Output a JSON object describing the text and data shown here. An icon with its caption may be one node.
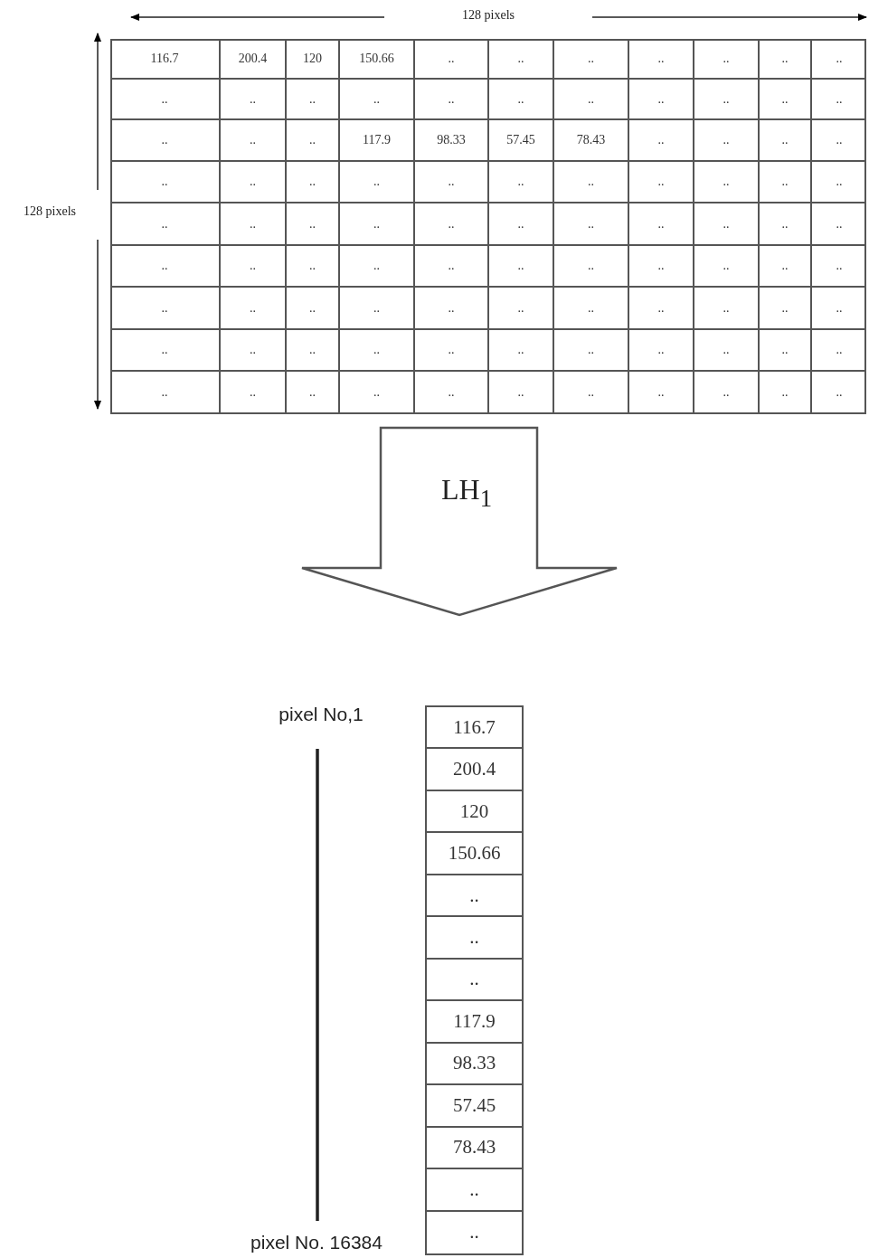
{
  "diagram": {
    "nodes": [
      {
        "text": [
          "116.7",
          "200.4",
          "120",
          "150.66",
          "..",
          "..",
          "..",
          "..",
          "..",
          "..",
          "..",
          "..",
          "..",
          "..",
          "..",
          "..",
          "..",
          "..",
          "..",
          "..",
          "..",
          "..",
          "..",
          "..",
          "..",
          "117.9",
          "98.33",
          "57.45",
          "78.43",
          "..",
          "..",
          "..",
          "..",
          "..",
          "..",
          "..",
          "..",
          "..",
          "..",
          "..",
          "..",
          "..",
          "..",
          "..",
          "..",
          "..",
          "..",
          "..",
          "..",
          "..",
          "..",
          "..",
          "..",
          "..",
          "..",
          "..",
          "..",
          "..",
          "..",
          "..",
          "..",
          "..",
          "..",
          "..",
          "..",
          "..",
          "..",
          "..",
          "..",
          "..",
          "..",
          "..",
          "..",
          "..",
          "..",
          "..",
          "..",
          "..",
          "..",
          "..",
          "..",
          "..",
          "..",
          "..",
          "..",
          "..",
          "..",
          "..",
          "..",
          "..",
          "..",
          "..",
          "..",
          "..",
          "..",
          "..",
          "..",
          "..",
          ".."
        ]
      },
      {
        "text": [
          "116.7",
          "200.4",
          "120",
          "150.66",
          "..",
          "..",
          "..",
          "117.9",
          "98.33",
          "57.45",
          "78.43",
          "..",
          ".."
        ]
      }
    ],
    "edges": [
      {
        "from": 0,
        "to": 1,
        "arrow": "to",
        "label": "LH$_{1}$",
        "style": "thick"
      }
    ],
    "labels": [
      "128 pixels",
      "128 pixels",
      "pixel No,1",
      "pixel No. 16384"
    ]
  }
}
